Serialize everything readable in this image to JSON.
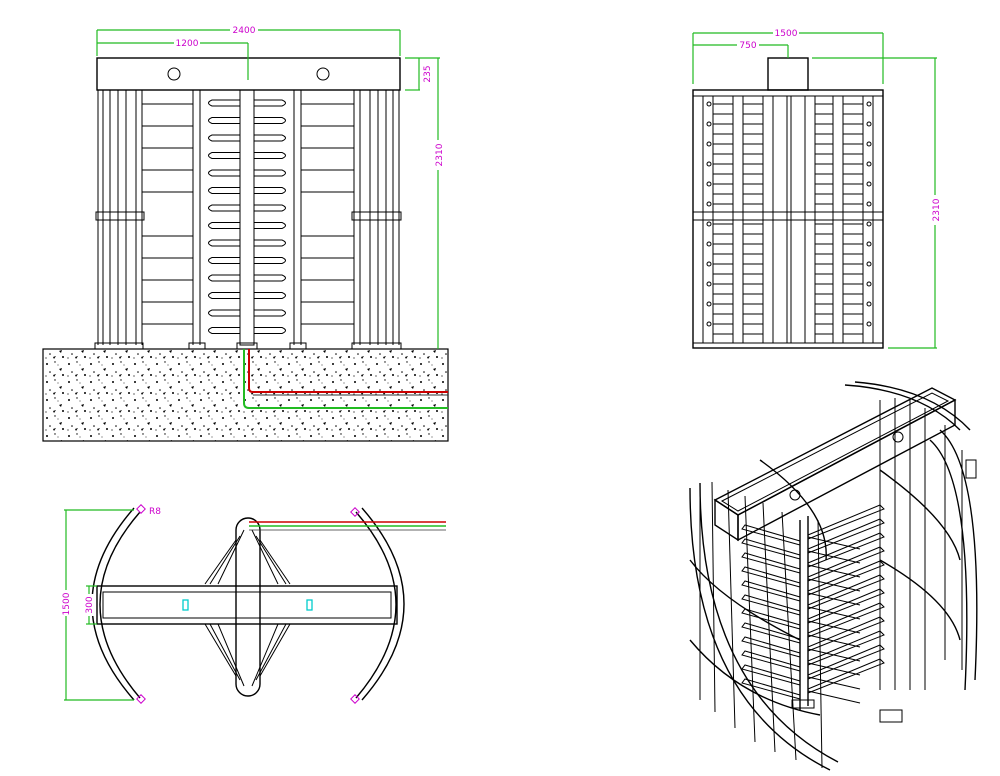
{
  "colors": {
    "line": "#000000",
    "dimension_line": "#22bb22",
    "dimension_text": "#cc00cc",
    "cable_red": "#cc0000",
    "cable_green": "#22bb22",
    "sensor": "#00cccc",
    "background": "#ffffff"
  },
  "front_view": {
    "dim_total_width": "2400",
    "dim_half_width": "1200",
    "dim_top_height": "235",
    "dim_total_height": "2310"
  },
  "side_view": {
    "dim_total_width": "1500",
    "dim_half_width": "750",
    "dim_total_height": "2310"
  },
  "plan_view": {
    "dim_radius": "R8",
    "dim_total_depth": "1500",
    "dim_beam_depth": "300"
  },
  "iso_view": {
    "icon": "turnstile-3d-icon"
  }
}
